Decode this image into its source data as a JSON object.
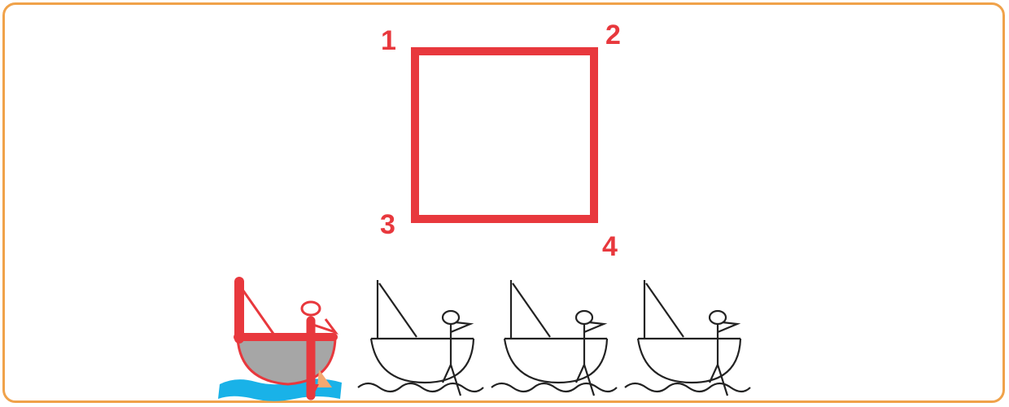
{
  "corners": [
    "1",
    "2",
    "3",
    "4"
  ],
  "boats": [
    {
      "state": "traced"
    },
    {
      "state": "outline"
    },
    {
      "state": "outline"
    },
    {
      "state": "outline"
    }
  ],
  "colors": {
    "border": "#f0a24a",
    "accent": "#e8383d",
    "hull": "#a6a6a6",
    "water": "#19b2e8",
    "sail_fin": "#f4a870",
    "outline": "#222222"
  }
}
